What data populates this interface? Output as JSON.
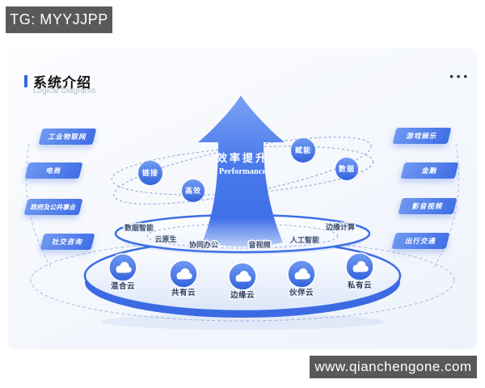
{
  "watermarks": {
    "top": "TG: MYYJJPP",
    "bottom": "www.qianchengone.com"
  },
  "header": {
    "title": "系统介绍",
    "subtitle": "Logical Diagrams",
    "menu_dots": "•••"
  },
  "arrow": {
    "title": "效率提升",
    "subtitle": "Performance"
  },
  "orbit_nodes": [
    "链接",
    "高效",
    "赋能",
    "数据"
  ],
  "ring_labels": [
    "数据智能",
    "云原生",
    "协同办公",
    "音视频",
    "人工智能",
    "边缘计算"
  ],
  "clouds": [
    "混合云",
    "共有云",
    "边缘云",
    "伙伴云",
    "私有云"
  ],
  "left_labels": [
    "工业物联网",
    "电商",
    "政府及公共事业",
    "社交咨询"
  ],
  "right_labels": [
    "游戏娱乐",
    "金融",
    "影音视频",
    "出行交通"
  ],
  "colors": {
    "primary": "#3f6fe6",
    "primary_dark": "#2e5fd6",
    "arrow_top": "#79a1f5",
    "watermark_bg": "#595959",
    "slide_bg": "#f3f6fc"
  }
}
